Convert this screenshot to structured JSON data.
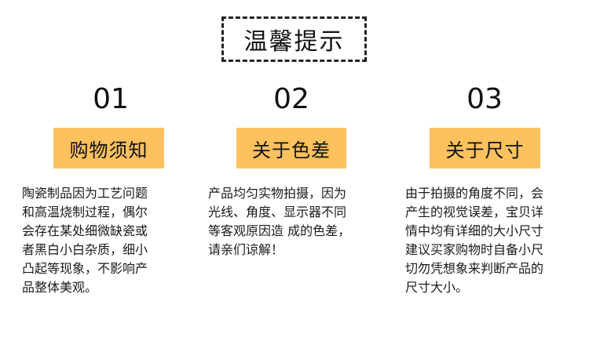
{
  "header": {
    "title": "温馨提示"
  },
  "colors": {
    "badge": "#fdc15d",
    "text": "#1a1a1a",
    "border": "#222222"
  },
  "sections": [
    {
      "number": "01",
      "heading": "购物须知",
      "body": "陶瓷制品因为工艺问题\n和高温烧制过程，偶尔\n会存在某处细微缺瓷或\n者黑白小白杂质，细小\n凸起等现象，不影响产\n品整体美观。"
    },
    {
      "number": "02",
      "heading": "关于色差",
      "body": "产品均匀实物拍摄，因为\n光线、角度、显示器不同\n等客观原因造 成的色差，\n请亲们谅解！"
    },
    {
      "number": "03",
      "heading": "关于尺寸",
      "body": "由于拍摄的角度不同，会\n产生的视觉误差，宝贝详\n情中均有详细的大小尺寸\n建议买家购物时自备小尺\n切勿凭想象来判断产品的\n尺寸大小。"
    }
  ]
}
